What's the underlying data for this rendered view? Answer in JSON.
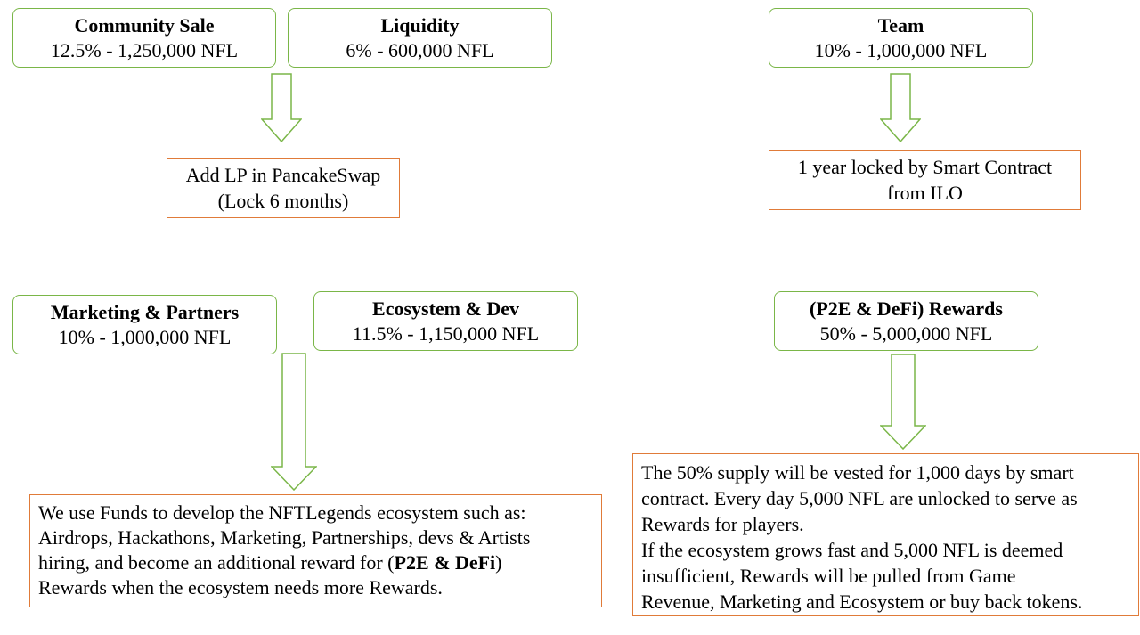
{
  "boxes": {
    "community_sale": {
      "title": "Community Sale",
      "value": "12.5% - 1,250,000 NFL"
    },
    "liquidity": {
      "title": "Liquidity",
      "value": "6% - 600,000 NFL"
    },
    "team": {
      "title": "Team",
      "value": "10% - 1,000,000 NFL"
    },
    "marketing": {
      "title": "Marketing & Partners",
      "value": "10% - 1,000,000 NFL"
    },
    "ecosystem": {
      "title": "Ecosystem & Dev",
      "value": "11.5% - 1,150,000 NFL"
    },
    "rewards": {
      "title": "(P2E & DeFi) Rewards",
      "value": "50% - 5,000,000 NFL"
    }
  },
  "notes": {
    "lp": {
      "line1": "Add LP in PancakeSwap",
      "line2": "(Lock 6 months)"
    },
    "team_lock": {
      "line1": "1 year locked by Smart Contract",
      "line2": "from ILO"
    },
    "funds": {
      "line1": "We use Funds to develop the NFTLegends ecosystem such as:",
      "line2": "Airdrops, Hackathons, Marketing, Partnerships, devs & Artists",
      "line3_pre": "hiring, and become an additional reward for (",
      "line3_bold": "P2E & DeFi",
      "line3_post": ")",
      "line4": "Rewards when the ecosystem needs more Rewards."
    },
    "vesting": {
      "line1": "The 50% supply will be vested for 1,000 days by smart",
      "line2": "contract. Every day 5,000 NFL are unlocked to serve as",
      "line3": "Rewards for players.",
      "line4": "If the ecosystem grows fast and 5,000 NFL is deemed",
      "line5": "insufficient, Rewards will be pulled from Game",
      "line6": "Revenue, Marketing and Ecosystem or buy back tokens."
    }
  },
  "colors": {
    "box_border": "#7ab648",
    "note_border": "#e07b39",
    "arrow": "#7ab648"
  },
  "icons": [
    "down-arrow-icon"
  ]
}
